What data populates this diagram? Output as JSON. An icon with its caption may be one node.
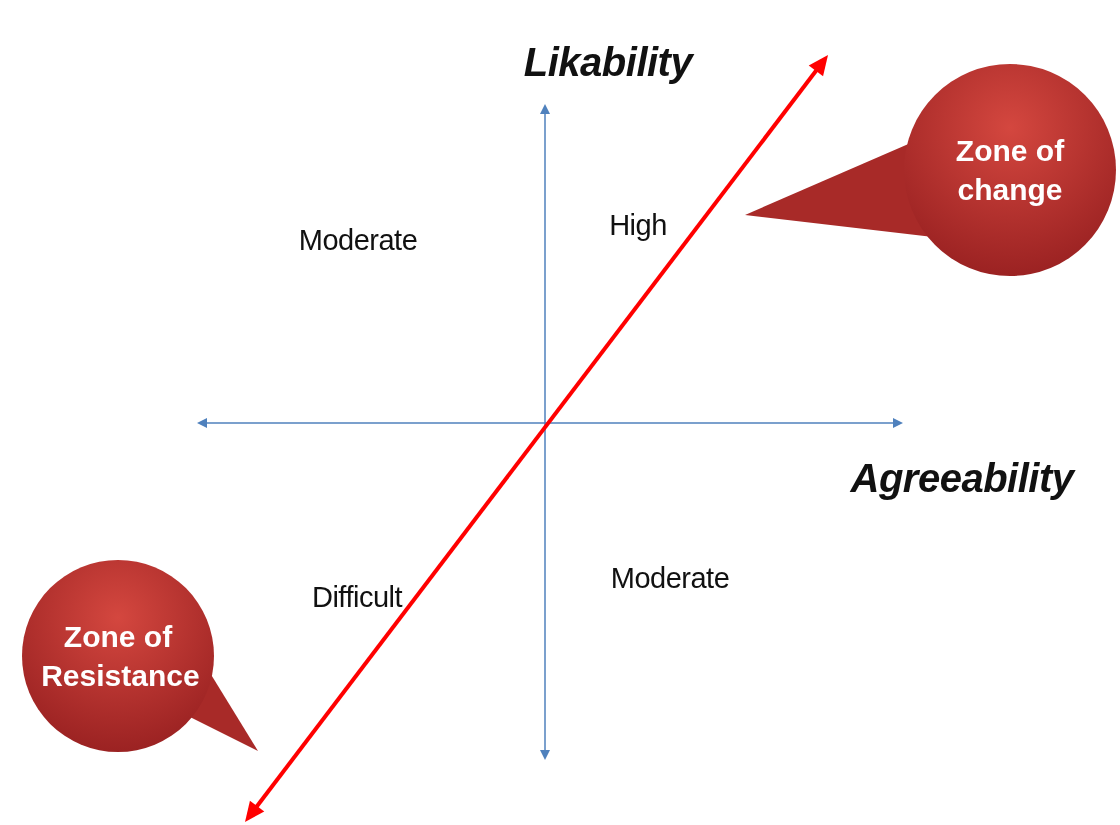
{
  "diagram": {
    "nodes": [
      {
        "text": [
          "Zone of change"
        ]
      },
      {
        "text": [
          "Zone of Resistance"
        ]
      }
    ],
    "labels": [
      "Likability",
      "Moderate",
      "High",
      "Agreeability",
      "Difficult",
      "Moderate"
    ]
  }
}
